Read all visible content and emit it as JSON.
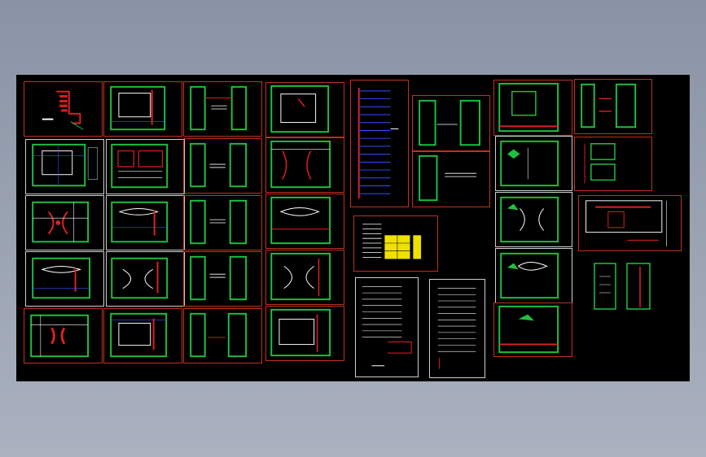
{
  "app": {
    "window_title": "",
    "background_color": "#000000",
    "frame_color": "#c03020",
    "wall_color": "#20c040",
    "accent_red": "#e02020",
    "highlight_yellow": "#f0e000"
  },
  "drawing_set": {
    "columns": [
      {
        "id": "col-a",
        "sheet_count": 5,
        "style": "floor-plan"
      },
      {
        "id": "col-b",
        "sheet_count": 5,
        "style": "floor-plan"
      },
      {
        "id": "col-c",
        "sheet_count": 5,
        "style": "narrow-plan"
      },
      {
        "id": "col-d",
        "sheet_count": 5,
        "style": "floor-plan"
      },
      {
        "id": "col-schedules",
        "sheet_count": 4,
        "style": "schedule"
      },
      {
        "id": "col-small",
        "sheet_count": 2,
        "style": "narrow-plan"
      },
      {
        "id": "col-e",
        "sheet_count": 5,
        "style": "floor-plan"
      },
      {
        "id": "col-details",
        "sheet_count": 5,
        "style": "detail"
      }
    ]
  }
}
